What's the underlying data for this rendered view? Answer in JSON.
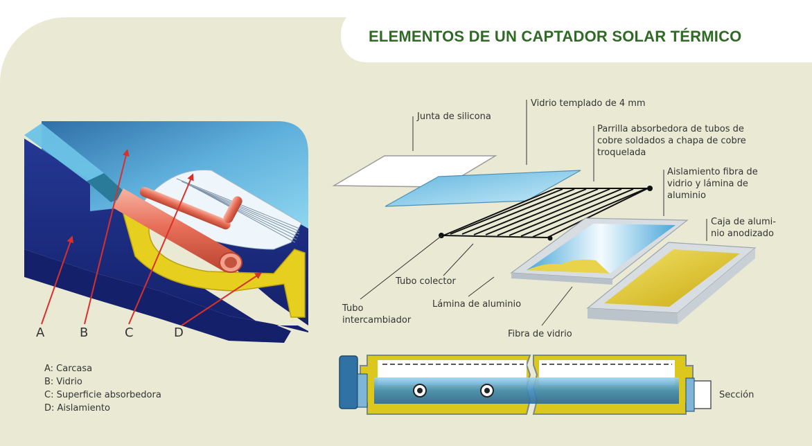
{
  "title": "ELEMENTOS DE UN CAPTADOR SOLAR TÉRMICO",
  "cross_section": {
    "markers": [
      "A",
      "B",
      "C",
      "D"
    ],
    "legend": [
      "A: Carcasa",
      "B: Vidrio",
      "C: Superficie absorbedora",
      "D: Aislamiento"
    ]
  },
  "exploded_view": {
    "labels": {
      "silicone_gasket": "Junta de silicona",
      "tempered_glass": "Vidrio templado de 4 mm",
      "absorber_grid": [
        "Parrilla absorbedora de tubos de",
        "cobre soldados a chapa de cobre",
        "troquelada"
      ],
      "insulation": [
        "Aislamiento fibra de",
        "vidrio y lámina de",
        "aluminio"
      ],
      "case": [
        "Caja de alumi-",
        "nio anodizado"
      ],
      "collector_tube": "Tubo colector",
      "exchanger_tube": [
        "Tubo",
        "intercambiador"
      ],
      "aluminium_sheet": "Lámina de aluminio",
      "glass_fibre": "Fibra de vidrio",
      "section": "Sección"
    }
  },
  "colors": {
    "title_green": "#2f6a24",
    "panel_bg": "#e9e9d4",
    "casing_blue": "#1c2d82",
    "insulation_yellow": "#e6cf1f",
    "copper": "#e86d56",
    "glass_blue": "#8cc9e6"
  }
}
